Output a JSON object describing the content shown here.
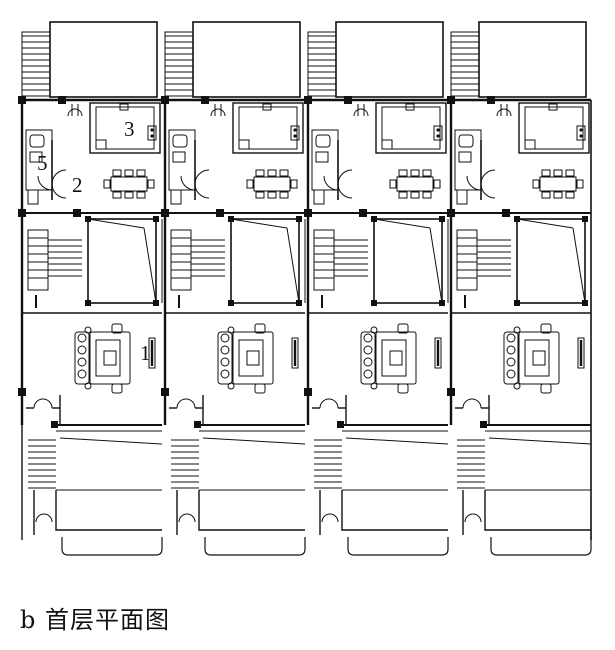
{
  "caption": "b 首层平面图",
  "room_labels": [
    {
      "key": "living",
      "text": "1"
    },
    {
      "key": "dining",
      "text": "2"
    },
    {
      "key": "kitchen",
      "text": "3"
    },
    {
      "key": "bath",
      "text": "5"
    }
  ],
  "units": [
    "unit-1",
    "unit-2",
    "unit-3",
    "unit-4"
  ],
  "colors": {
    "line": "#111111",
    "background": "#ffffff"
  }
}
